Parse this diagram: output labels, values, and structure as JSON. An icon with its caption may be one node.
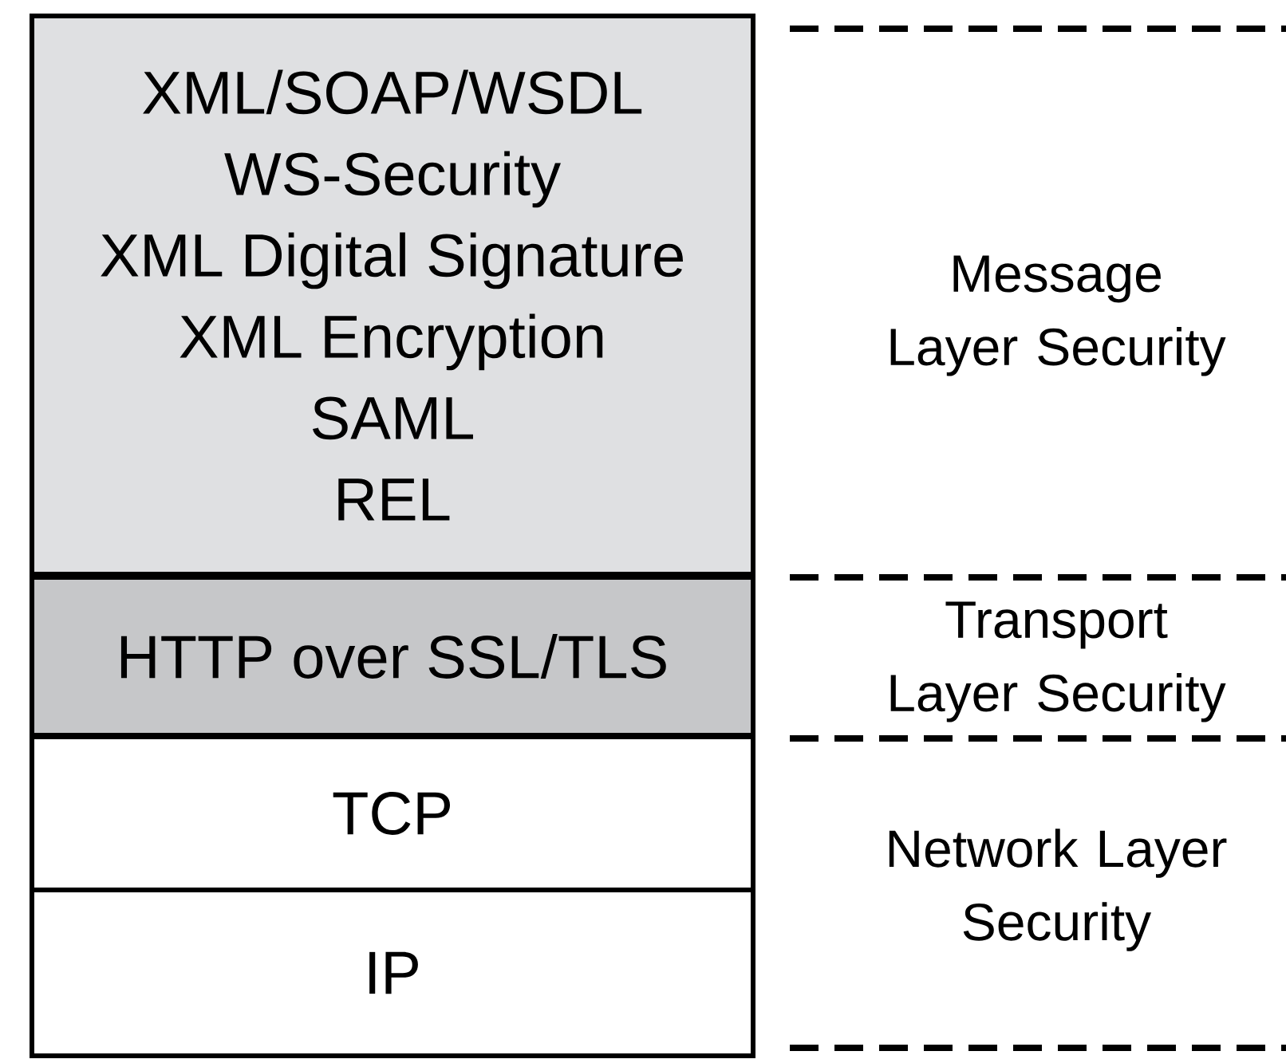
{
  "diagram": {
    "nodes": [
      {
        "text": [
          "XML/SOAP/WSDL",
          "WS-Security",
          "XML Digital Signature",
          "XML Encryption",
          "SAML",
          "REL"
        ]
      },
      {
        "text": [
          "HTTP over SSL/TLS"
        ]
      },
      {
        "text": [
          "TCP"
        ]
      },
      {
        "text": [
          "IP"
        ]
      }
    ],
    "labels": [
      "Message Layer Security",
      "Transport Layer Security",
      "Network Layer Security"
    ]
  }
}
